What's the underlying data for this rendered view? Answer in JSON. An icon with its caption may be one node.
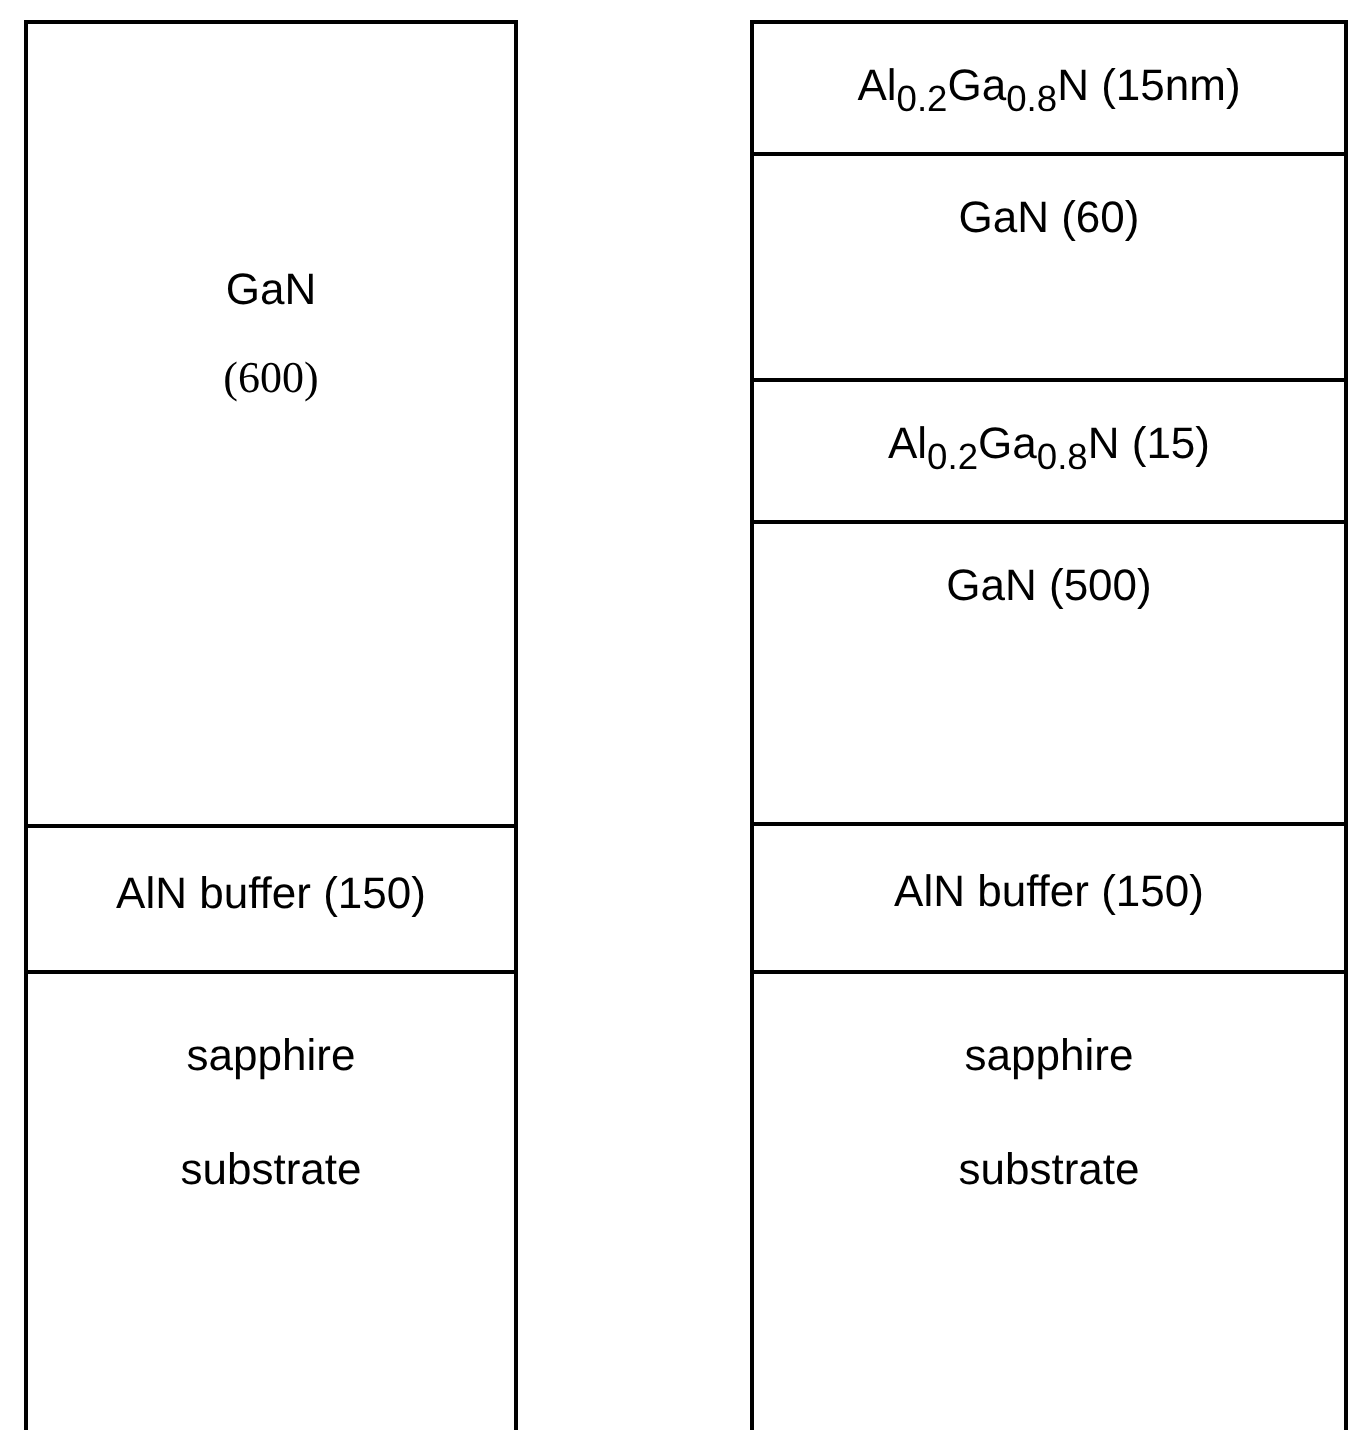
{
  "diagram": {
    "nodes": [
      {
        "text": [
          "GaN",
          "(600)"
        ]
      },
      {
        "text": [
          "AlN buffer (150)"
        ]
      },
      {
        "text": [
          "sapphire substrate"
        ]
      },
      {
        "text": [
          "Al$_{0.2}$Ga$_{0.8}$N (15nm)"
        ]
      },
      {
        "text": [
          "GaN (60)"
        ]
      },
      {
        "text": [
          "Al$_{0.2}$Ga$_{0.8}$N (15)"
        ]
      },
      {
        "text": [
          "GaN (500)"
        ]
      },
      {
        "text": [
          "AlN buffer (150)"
        ]
      },
      {
        "text": [
          "sapphire substrate"
        ]
      }
    ]
  }
}
